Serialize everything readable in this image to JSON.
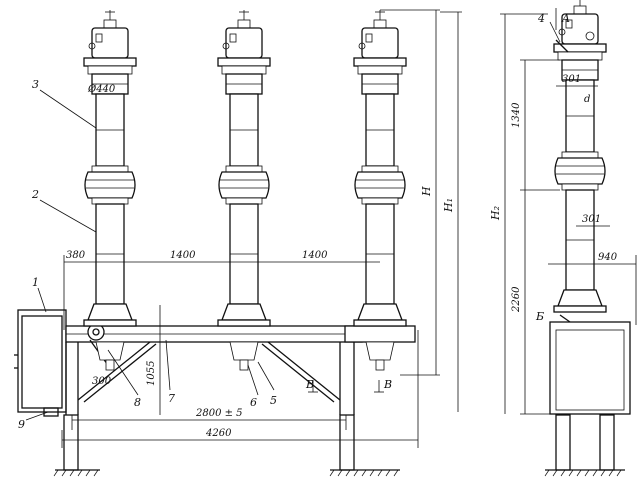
{
  "dimensions": {
    "diameter": "Ø440",
    "left_offset": "380",
    "spacing_left": "1400",
    "spacing_right": "1400",
    "frame_height": "1055",
    "bracket": "300",
    "inner_span": "2800 ± 5",
    "total_length": "4260",
    "height_h": "H",
    "height_h1": "H₁",
    "height_h2": "H₂",
    "upper_insulator": "1340",
    "lower_insulator": "2260",
    "side_offset_top": "301",
    "side_offset_mid": "301",
    "side_reach": "940",
    "diameter_d": "d"
  },
  "callouts": {
    "c1": "1",
    "c2": "2",
    "c3": "3",
    "c4": "4",
    "c5": "5",
    "c6": "6",
    "c7": "7",
    "c8": "8",
    "c9": "9"
  },
  "views": {
    "view_a": "A",
    "view_b": "Б",
    "view_v_left": "В",
    "view_v_right": "В"
  }
}
